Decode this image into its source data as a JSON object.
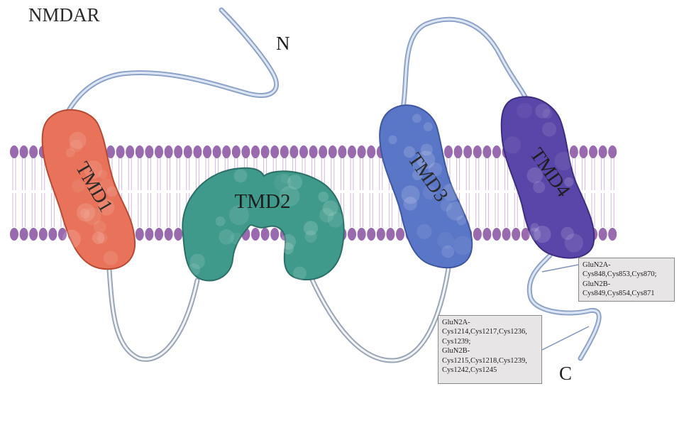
{
  "title": "NMDAR",
  "terminals": {
    "n": "N",
    "c": "C"
  },
  "domains": [
    {
      "id": "tmd1",
      "label": "TMD1",
      "color": "#e8735a"
    },
    {
      "id": "tmd2",
      "label": "TMD2",
      "color": "#3f9a8c"
    },
    {
      "id": "tmd3",
      "label": "TMD3",
      "color": "#5a76c6"
    },
    {
      "id": "tmd4",
      "label": "TMD4",
      "color": "#5a45a8"
    }
  ],
  "membrane_color": "#9a6aae",
  "annotations": {
    "tmd4_sites": [
      "GluN2A-",
      "Cys848,Cys853,Cys870;",
      "GluN2B-",
      "Cys849,Cys854,Cys871"
    ],
    "ctail_sites": [
      "GluN2A-",
      "Cys1214,Cys1217,Cys1236,",
      "Cys1239;",
      "GluN2B-",
      "Cys1215,Cys1218,Cys1239,",
      "Cys1242,Cys1245"
    ]
  }
}
